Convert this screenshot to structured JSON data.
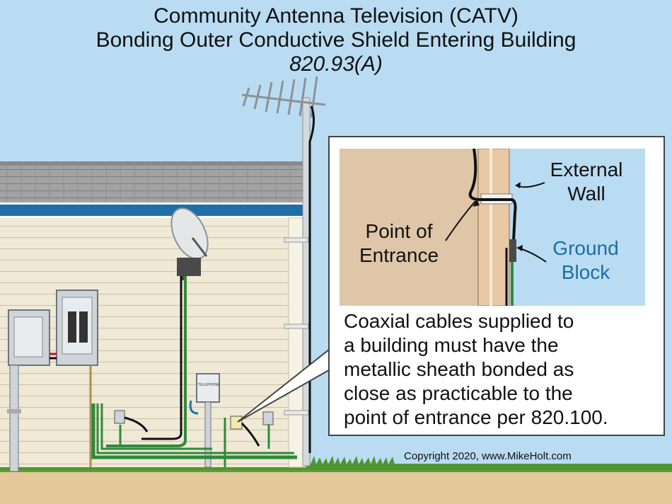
{
  "title": {
    "line1": "Community Antenna Television (CATV)",
    "line2": "Bonding Outer Conductive Shield Entering Building",
    "line3": "820.93(A)"
  },
  "detail": {
    "external_wall": [
      "External",
      "Wall"
    ],
    "point_of_entrance": [
      "Point of",
      "Entrance"
    ],
    "ground_block": [
      "Ground",
      "Block"
    ]
  },
  "caption": [
    "Coaxial cables supplied to",
    "a building must have the",
    "metallic sheath bonded as",
    "close as practicable to the",
    "point of entrance per 820.100."
  ],
  "telephone_box_label": "TELEPHONE",
  "copyright": "Copyright 2020, www.MikeHolt.com",
  "colors": {
    "sky": "#b9dcf2",
    "siding": "#efe9d6",
    "fascia": "#1f6ea7",
    "roof": "#9a9a9a",
    "ground": "#e3c89a",
    "grass": "#5aa03a",
    "ground_wire": "#2f8a3a",
    "ground_block_text": "#1b6ea3"
  }
}
